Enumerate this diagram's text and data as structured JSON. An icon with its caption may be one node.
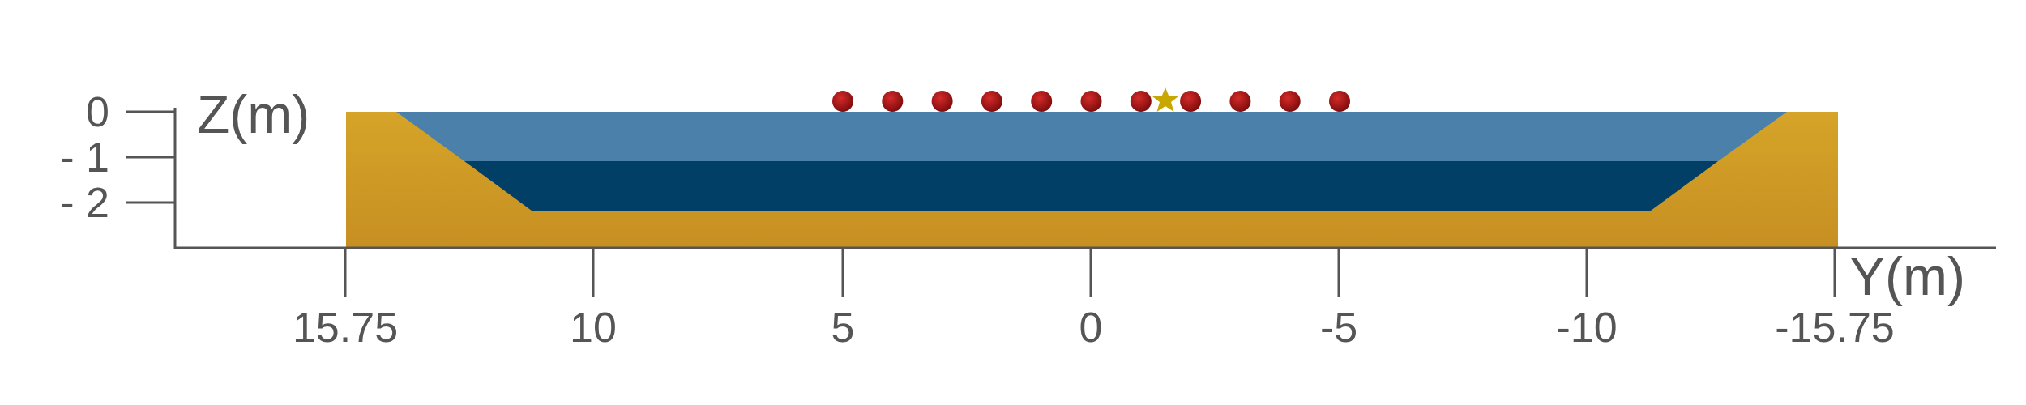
{
  "diagram": {
    "labels": [
      "0",
      "- 1",
      "- 2",
      "Z(m)",
      "15.75",
      "10",
      "5",
      "0",
      "-5",
      "-10",
      "-15.75",
      "Y(m)"
    ]
  }
}
